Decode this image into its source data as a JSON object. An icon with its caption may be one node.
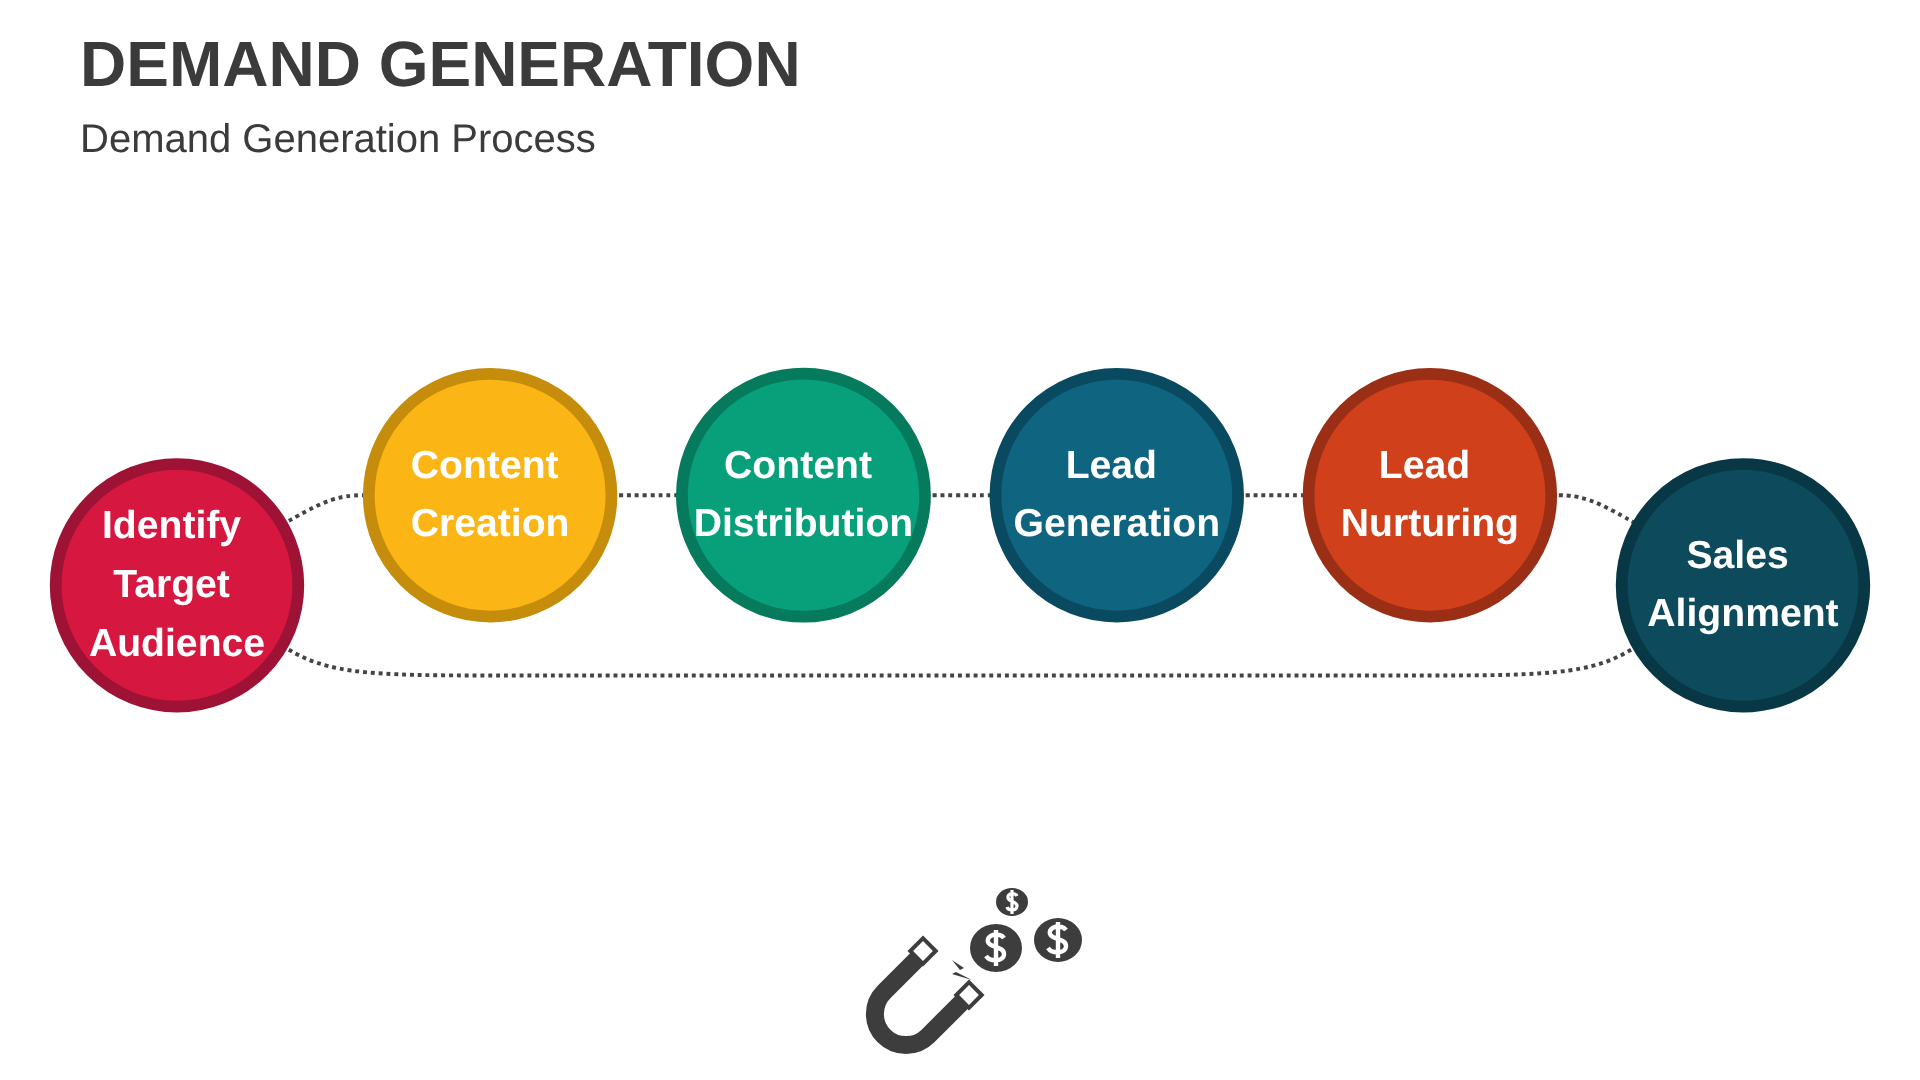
{
  "diagram": {
    "title": "DEMAND GENERATION",
    "nodes": [
      {
        "text": [
          "Identify Target Audience"
        ]
      },
      {
        "text": [
          "Content Creation"
        ]
      },
      {
        "text": [
          "Content Distribution"
        ]
      },
      {
        "text": [
          "Lead Generation"
        ]
      },
      {
        "text": [
          "Lead Nurturing"
        ]
      },
      {
        "text": [
          "Sales Alignment"
        ]
      }
    ],
    "edges": [
      {
        "from": 0,
        "to": 1,
        "arrow": "none",
        "style": "dashed"
      },
      {
        "from": 1,
        "to": 2,
        "arrow": "none",
        "style": "dashed"
      },
      {
        "from": 2,
        "to": 3,
        "arrow": "none",
        "style": "dashed"
      },
      {
        "from": 3,
        "to": 4,
        "arrow": "none",
        "style": "dashed"
      },
      {
        "from": 4,
        "to": 5,
        "arrow": "none",
        "style": "dashed"
      },
      {
        "from": 5,
        "to": 0,
        "arrow": "none",
        "style": "dashed"
      }
    ],
    "labels": [
      "Demand Generation Process"
    ]
  }
}
